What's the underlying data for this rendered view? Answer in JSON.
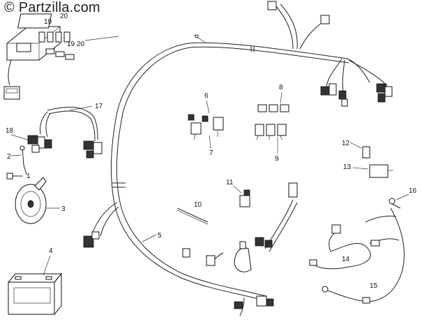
{
  "watermark": "© Partzilla.com",
  "callouts": {
    "n19a": "19",
    "n20a": "20",
    "n19b": "19",
    "n20b": "20",
    "n17": "17",
    "n18": "18",
    "n2": "2",
    "n1": "1",
    "n3": "3",
    "n4": "4",
    "n5": "5",
    "n6": "6",
    "n7": "7",
    "n8": "8",
    "n9": "9",
    "n10": "10",
    "n11": "11",
    "n12": "12",
    "n13": "13",
    "n14": "14",
    "n15": "15",
    "n16": "16"
  }
}
